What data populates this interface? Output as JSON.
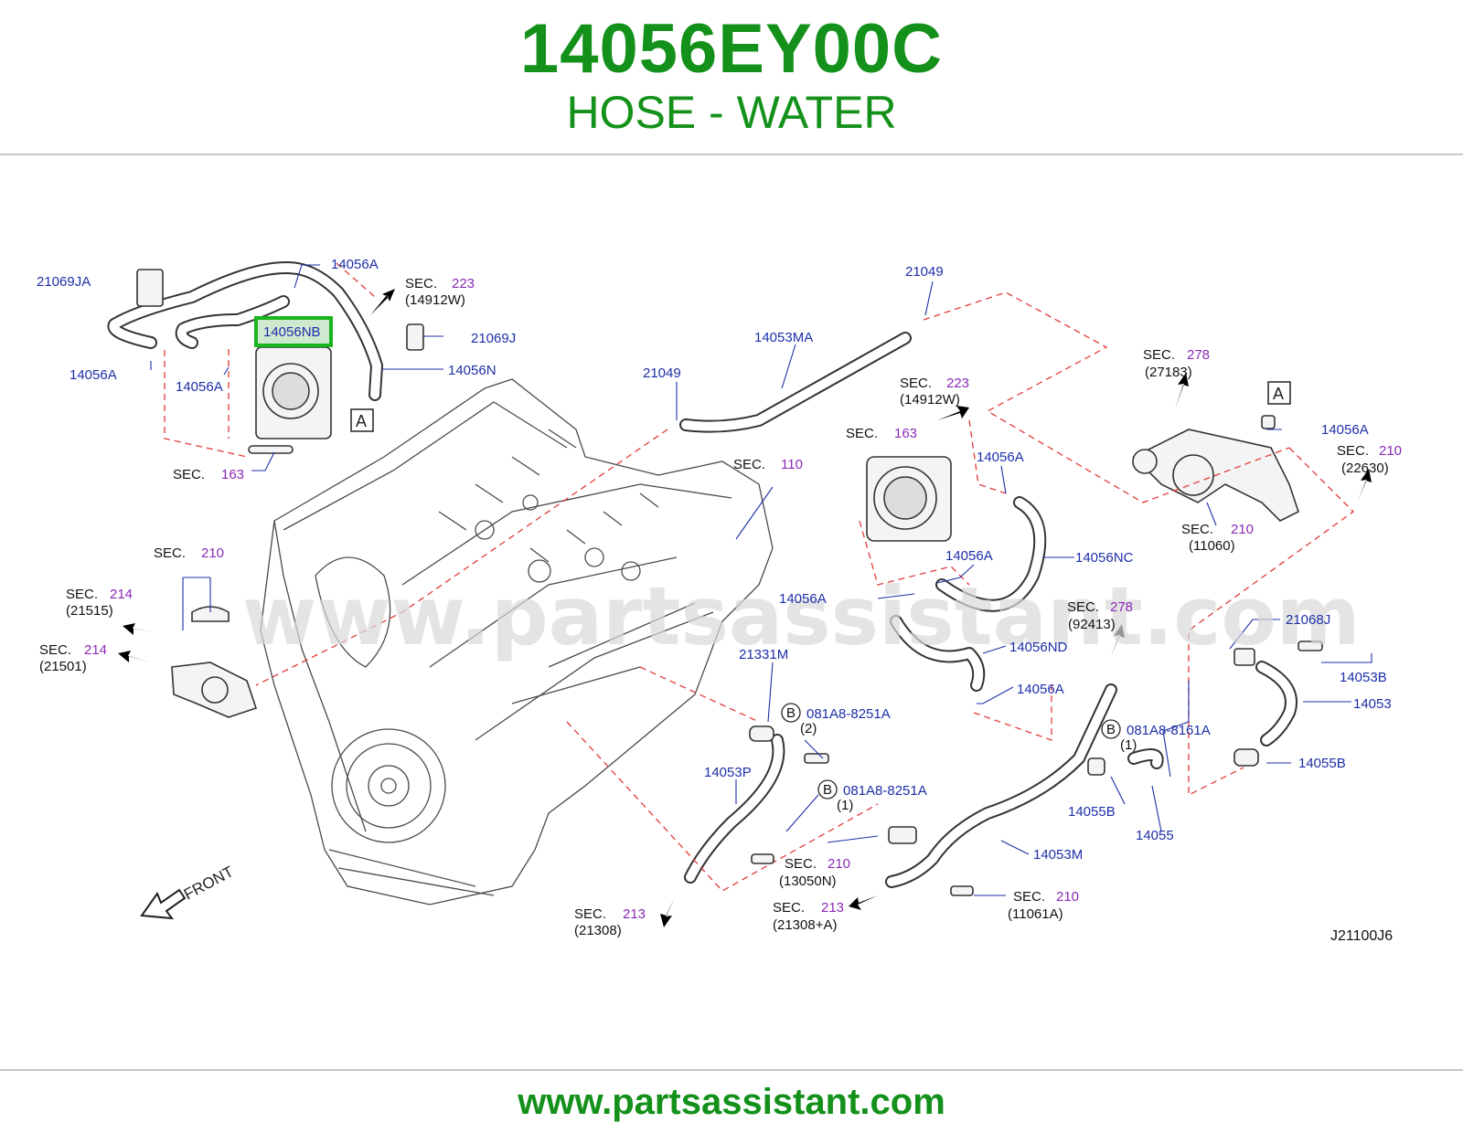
{
  "header": {
    "part_number": "14056EY00C",
    "part_name": "HOSE - WATER"
  },
  "diagram": {
    "highlighted": "14056NB",
    "watermark": "www.partsassistant.com",
    "drawing_code": "J21100J6",
    "front_label": "FRONT",
    "callouts": {
      "c21069JA": "21069JA",
      "c14056A_1": "14056A",
      "c14056A_2": "14056A",
      "c14056A_3": "14056A",
      "c14056NB": "14056NB",
      "c21069J": "21069J",
      "c14056N": "14056N",
      "c21049_1": "21049",
      "c21049_2": "21049",
      "c14053MA": "14053MA",
      "c14056A_4": "14056A",
      "c14056A_5": "14056A",
      "c14056A_6": "14056A",
      "c14056A_7": "14056A",
      "c14056A_8": "14056A",
      "c14056NC": "14056NC",
      "c14056ND": "14056ND",
      "c21068J": "21068J",
      "c14053B": "14053B",
      "c14053": "14053",
      "c14055B_1": "14055B",
      "c14055B_2": "14055B",
      "c14055": "14055",
      "c14053M": "14053M",
      "c21331M": "21331M",
      "c14053P": "14053P",
      "c081A8_8251A_1": "081A8-8251A",
      "c081A8_8251A_1q": "(2)",
      "c081A8_8251A_2": "081A8-8251A",
      "c081A8_8251A_2q": "(1)",
      "c081A8_8161A": "081A8-8161A",
      "c081A8_8161Aq": "(1)",
      "box_A": "A",
      "bolt_B": "B"
    },
    "sections": {
      "s223a": {
        "label": "SEC.",
        "num": "223",
        "ref": "(14912W)"
      },
      "s163a": {
        "label": "SEC.",
        "num": "163",
        "ref": ""
      },
      "s223b": {
        "label": "SEC.",
        "num": "223",
        "ref": "(14912W)"
      },
      "s163b": {
        "label": "SEC.",
        "num": "163",
        "ref": ""
      },
      "s110": {
        "label": "SEC.",
        "num": "110",
        "ref": ""
      },
      "s278a": {
        "label": "SEC.",
        "num": "278",
        "ref": "(27183)"
      },
      "s210a": {
        "label": "SEC.",
        "num": "210",
        "ref": "(22630)"
      },
      "s210b": {
        "label": "SEC.",
        "num": "210",
        "ref": "(11060)"
      },
      "s210c": {
        "label": "SEC.",
        "num": "210",
        "ref": ""
      },
      "s214a": {
        "label": "SEC.",
        "num": "214",
        "ref": "(21515)"
      },
      "s214b": {
        "label": "SEC.",
        "num": "214",
        "ref": "(21501)"
      },
      "s278b": {
        "label": "SEC.",
        "num": "278",
        "ref": "(92413)"
      },
      "s213a": {
        "label": "SEC.",
        "num": "213",
        "ref": "(21308)"
      },
      "s210d": {
        "label": "SEC.",
        "num": "210",
        "ref": "(13050N)"
      },
      "s213b": {
        "label": "SEC.",
        "num": "213",
        "ref": "(21308+A)"
      },
      "s210e": {
        "label": "SEC.",
        "num": "210",
        "ref": "(11061A)"
      }
    }
  },
  "footer": {
    "url": "www.partsassistant.com"
  }
}
